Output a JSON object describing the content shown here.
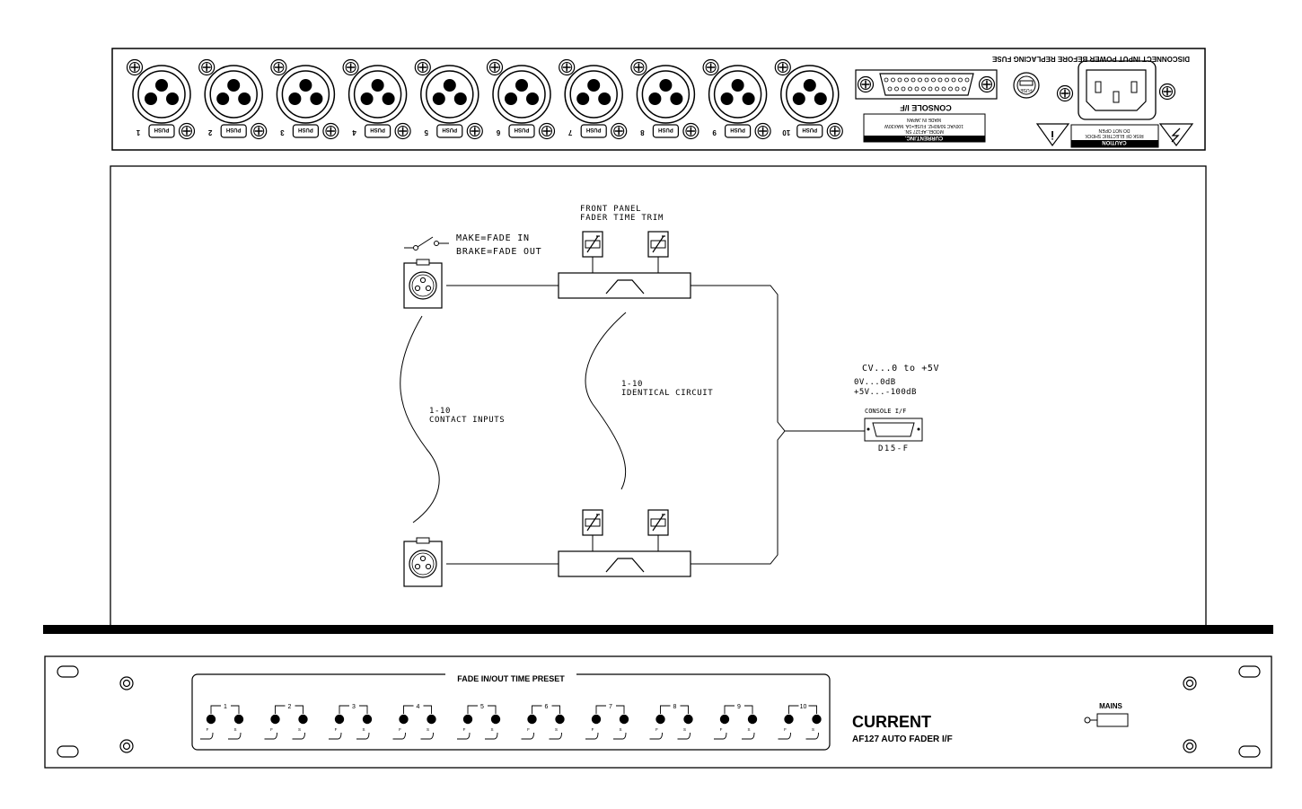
{
  "rear_panel": {
    "xlr_numbers": [
      "1",
      "2",
      "3",
      "4",
      "5",
      "6",
      "7",
      "8",
      "9",
      "10"
    ],
    "push_label": "PUSH",
    "console_if_label": "CONSOLE I/F",
    "fuse_label": "FUSE",
    "warning_text": "DISCONNECT INPUT POWER BEFORE REPLACING FUSE",
    "nameplate": {
      "brand": "CURRENT.INC.",
      "model": "MODEL:AF127 SN.",
      "power": "100VAC 50/60HZ. FUSE=1A. MAX30W",
      "origin": "MADE IN JAPAN"
    },
    "caution": {
      "title": "CAUTION",
      "line1": "RISK OF ELECTRIC SHOCK",
      "line2": "DO NOT OPEN"
    }
  },
  "diagram": {
    "switch_make": "MAKE=FADE IN",
    "switch_brake": "BRAKE=FADE OUT",
    "trim_title_1": "FRONT PANEL",
    "trim_title_2": "FADER TIME TRIM",
    "contact_1": "1-10",
    "contact_2": "CONTACT INPUTS",
    "ident_1": "1-10",
    "ident_2": "IDENTICAL CIRCUIT",
    "cv_1": "CV...0 to +5V",
    "cv_2": "0V...0dB",
    "cv_3": "+5V...-100dB",
    "console_label": "CONSOLE I/F",
    "connector": "D15-F"
  },
  "front_panel": {
    "preset_title": "FADE IN/OUT TIME PRESET",
    "channels": [
      "1",
      "2",
      "3",
      "4",
      "5",
      "6",
      "7",
      "8",
      "9",
      "10"
    ],
    "knob_f": "F",
    "knob_s": "S",
    "brand": "CURRENT",
    "model": "AF127 AUTO FADER I/F",
    "mains": "MAINS"
  }
}
